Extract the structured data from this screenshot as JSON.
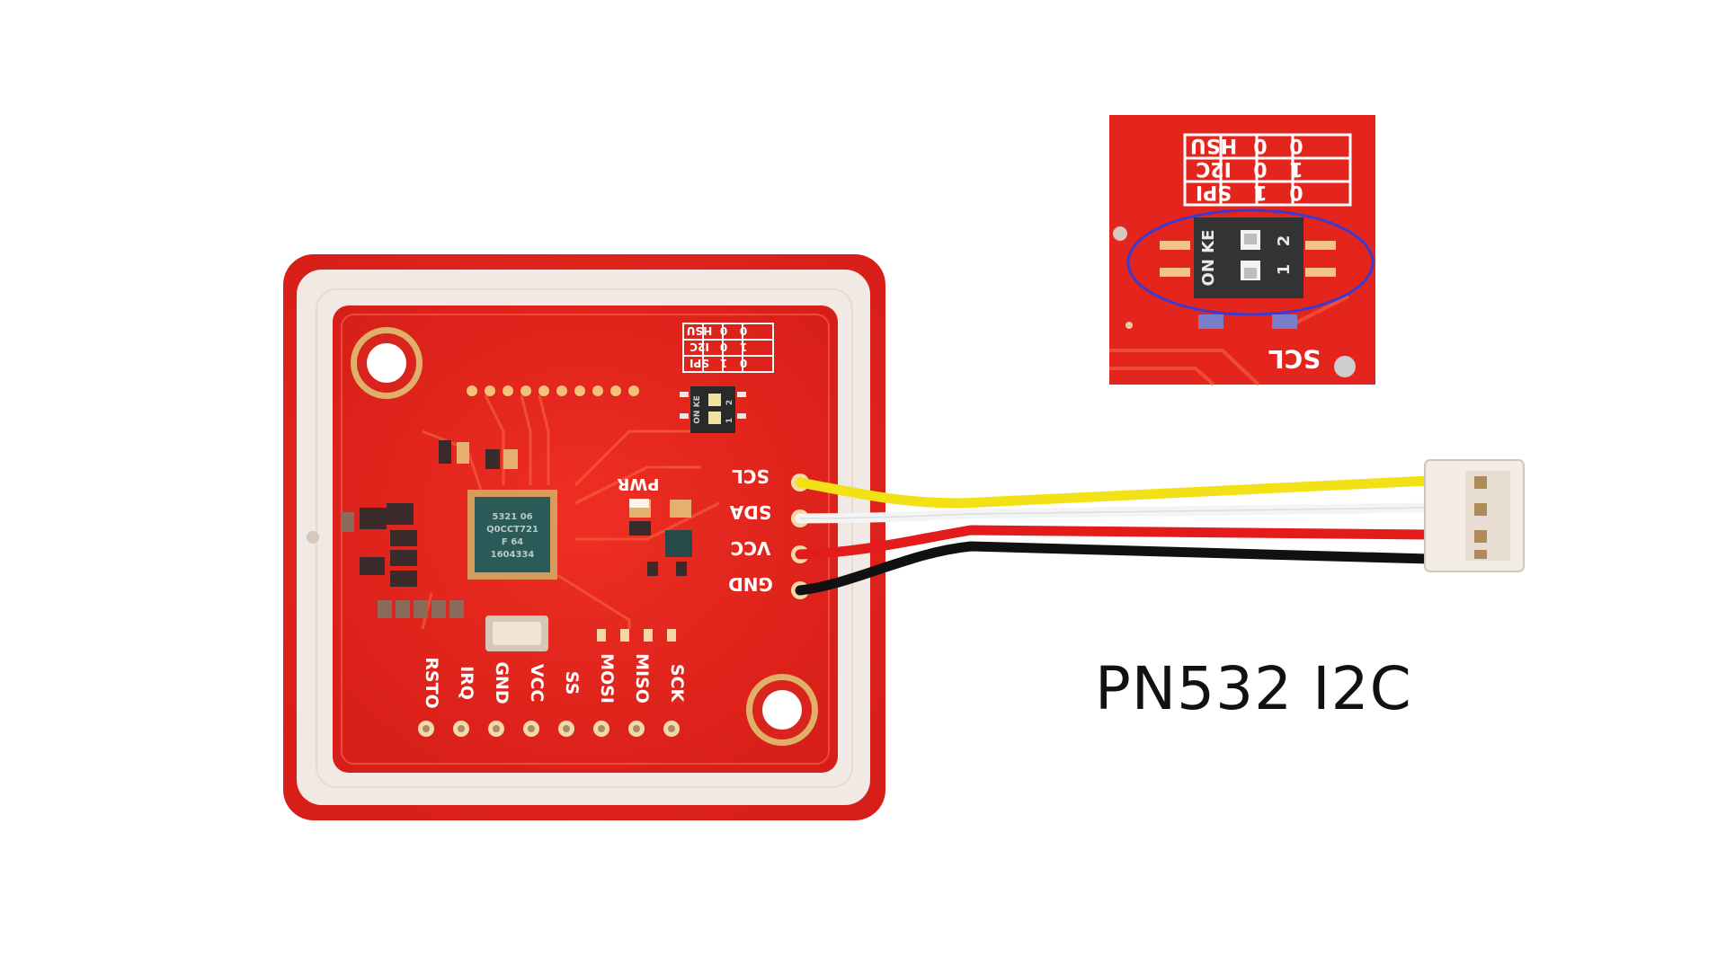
{
  "caption": "PN532 I2C",
  "board": {
    "header_pins": [
      "SCL",
      "SDA",
      "VCC",
      "GND"
    ],
    "bottom_pins": [
      "RSTO",
      "IRQ",
      "GND",
      "VCC",
      "SS",
      "MOSI",
      "MISO",
      "SCK"
    ],
    "pwr_label": "PWR",
    "mode_table": {
      "rows": [
        "SPI",
        "I2C",
        "HSU"
      ],
      "values": [
        [
          "1",
          "0"
        ],
        [
          "0",
          "1"
        ],
        [
          "0",
          "0"
        ]
      ]
    },
    "dip_switch": {
      "marking": "ON KE",
      "switch_numbers": [
        "1",
        "2"
      ]
    },
    "chip_marking": [
      "5321 06",
      "Q0CCT721",
      "F 64",
      "1604334"
    ]
  },
  "inset": {
    "mode_table": {
      "rows": [
        "SPI",
        "I2C",
        "HSU"
      ],
      "values": [
        [
          "1",
          "0"
        ],
        [
          "0",
          "1"
        ],
        [
          "0",
          "0"
        ]
      ]
    },
    "dip_switch": {
      "marking": "ON KE",
      "switch_numbers": [
        "1",
        "2"
      ]
    },
    "pin_label": "SCL"
  },
  "colors": {
    "pcb": "#e8271f",
    "pcb_dark": "#c51a15",
    "antenna": "#f1e9e4",
    "wire_scl": "#f2e117",
    "wire_sda": "#f2f2f2",
    "wire_vcc": "#e31b1b",
    "wire_gnd": "#111111",
    "highlight_ellipse": "#3b3bd1"
  }
}
